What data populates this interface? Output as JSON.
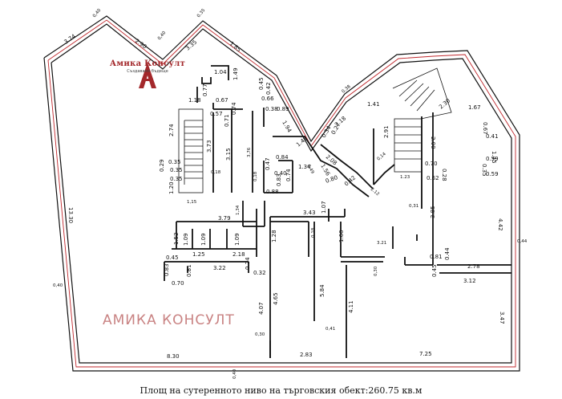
{
  "logo": {
    "brand": "Амика Консулт",
    "tagline": "Създаваме бъдеще"
  },
  "watermark": "АМИКА КОНСУЛТ",
  "caption": "Площ на сутеренното ниво на търговския обект:260.75 кв.м",
  "dimensions": {
    "d_3_74": "3.74",
    "d_0_40a": "0,40",
    "d_2_90": "2.90",
    "d_0_40b": "0,40",
    "d_0_35a": "0.35",
    "d_3_35": "3.35",
    "d_1_85": "1.85",
    "d_1_04": "1.04",
    "d_1_49": "1.49",
    "d_0_77": "0.77",
    "d_0_45": "0.45",
    "d_0_42a": "0.42",
    "d_1_18": "1.18",
    "d_0_67": "0.67",
    "d_0_66": "0.66",
    "d_0_38a": "0.38",
    "d_0_89": "0.89",
    "d_0_74a": "0.74",
    "d_0_57": "0.57",
    "d_0_71": "0.71",
    "d_1_94": "1.94",
    "d_0_38b": "0,38",
    "d_1_41": "1.41",
    "d_2_30": "2.30",
    "d_1_67": "1.67",
    "d_2_18a": "2.18",
    "d_0_34": "0.34",
    "d_0_27": "0.27",
    "d_2_91": "2.91",
    "d_2_74": "2.74",
    "d_3_73": "3.73",
    "d_3_15": "3.15",
    "d_3_76": "3,76",
    "d_1_49b": "1.49",
    "d_2_08": "2.08",
    "d_0_67b": "0.67",
    "d_1_45": "1.45",
    "d_0_41a": "0.41",
    "d_0_84": "0.84",
    "d_0_47": "0.47",
    "d_0_35b": "0.35",
    "d_0_29": "0.29",
    "d_0_35c": "0.35",
    "d_0_35d": "0.35",
    "d_1_20": "1.20",
    "d_0_18a": "0,18",
    "d_0_18b": "0,18",
    "d_1_34": "1.34",
    "d_0_49": "0.49",
    "d_1_56": "1.56",
    "d_0_40c": "0.40",
    "d_0_83a": "0.83",
    "d_0_74b": "0.74",
    "d_0_80": "0.80",
    "d_0_42b": "0.42",
    "d_2_12": "2.12",
    "d_0_14": "0,14",
    "d_1_23": "1.23",
    "d_2_00": "2.00",
    "d_0_70a": "0.70",
    "d_0_28": "0.28",
    "d_0_59a": "0.59",
    "d_0_35e": "0.35",
    "d_0_59b": "0.59",
    "d_0_62": "0.62",
    "d_1_15": "1,15",
    "d_0_88": "0.88",
    "d_1_34b": "1,34",
    "d_3_79": "3.79",
    "d_3_43": "3.43",
    "d_1_07": "1.07",
    "d_0_31": "0,31",
    "d_3_85": "3.85",
    "d_4_42": "4.42",
    "d_0_44a": "0,44",
    "d_13_30": "13.30",
    "d_1_52": "1.52",
    "d_1_09a": "1.09",
    "d_1_09b": "1.09",
    "d_1_09c": "1.09",
    "d_1_28": "1.28",
    "d_0_18c": "0,18",
    "d_1_60": "1.60",
    "d_3_21": "3.21",
    "d_0_45b": "0.45",
    "d_1_25": "1.25",
    "d_2_18b": "2.18",
    "d_0_81a": "0.81",
    "d_0_81b": "0.81",
    "d_0_44b": "0.44",
    "d_0_83b": "0.83",
    "d_3_22": "3.22",
    "d_0_24": "0.24",
    "d_0_32": "0.32",
    "d_0_30a": "0,30",
    "d_2_78": "2.78",
    "d_0_45c": "0.45",
    "d_0_70b": "0.70",
    "d_3_12": "3.12",
    "d_0_40d": "0,40",
    "d_4_65": "4.65",
    "d_5_84": "5.84",
    "d_4_07": "4.07",
    "d_4_11": "4.11",
    "d_3_47": "3.47",
    "d_0_30b": "0,30",
    "d_0_41b": "0,41",
    "d_8_30": "8.30",
    "d_2_83": "2.83",
    "d_7_25": "7.25",
    "d_0_40e": "0,40"
  }
}
